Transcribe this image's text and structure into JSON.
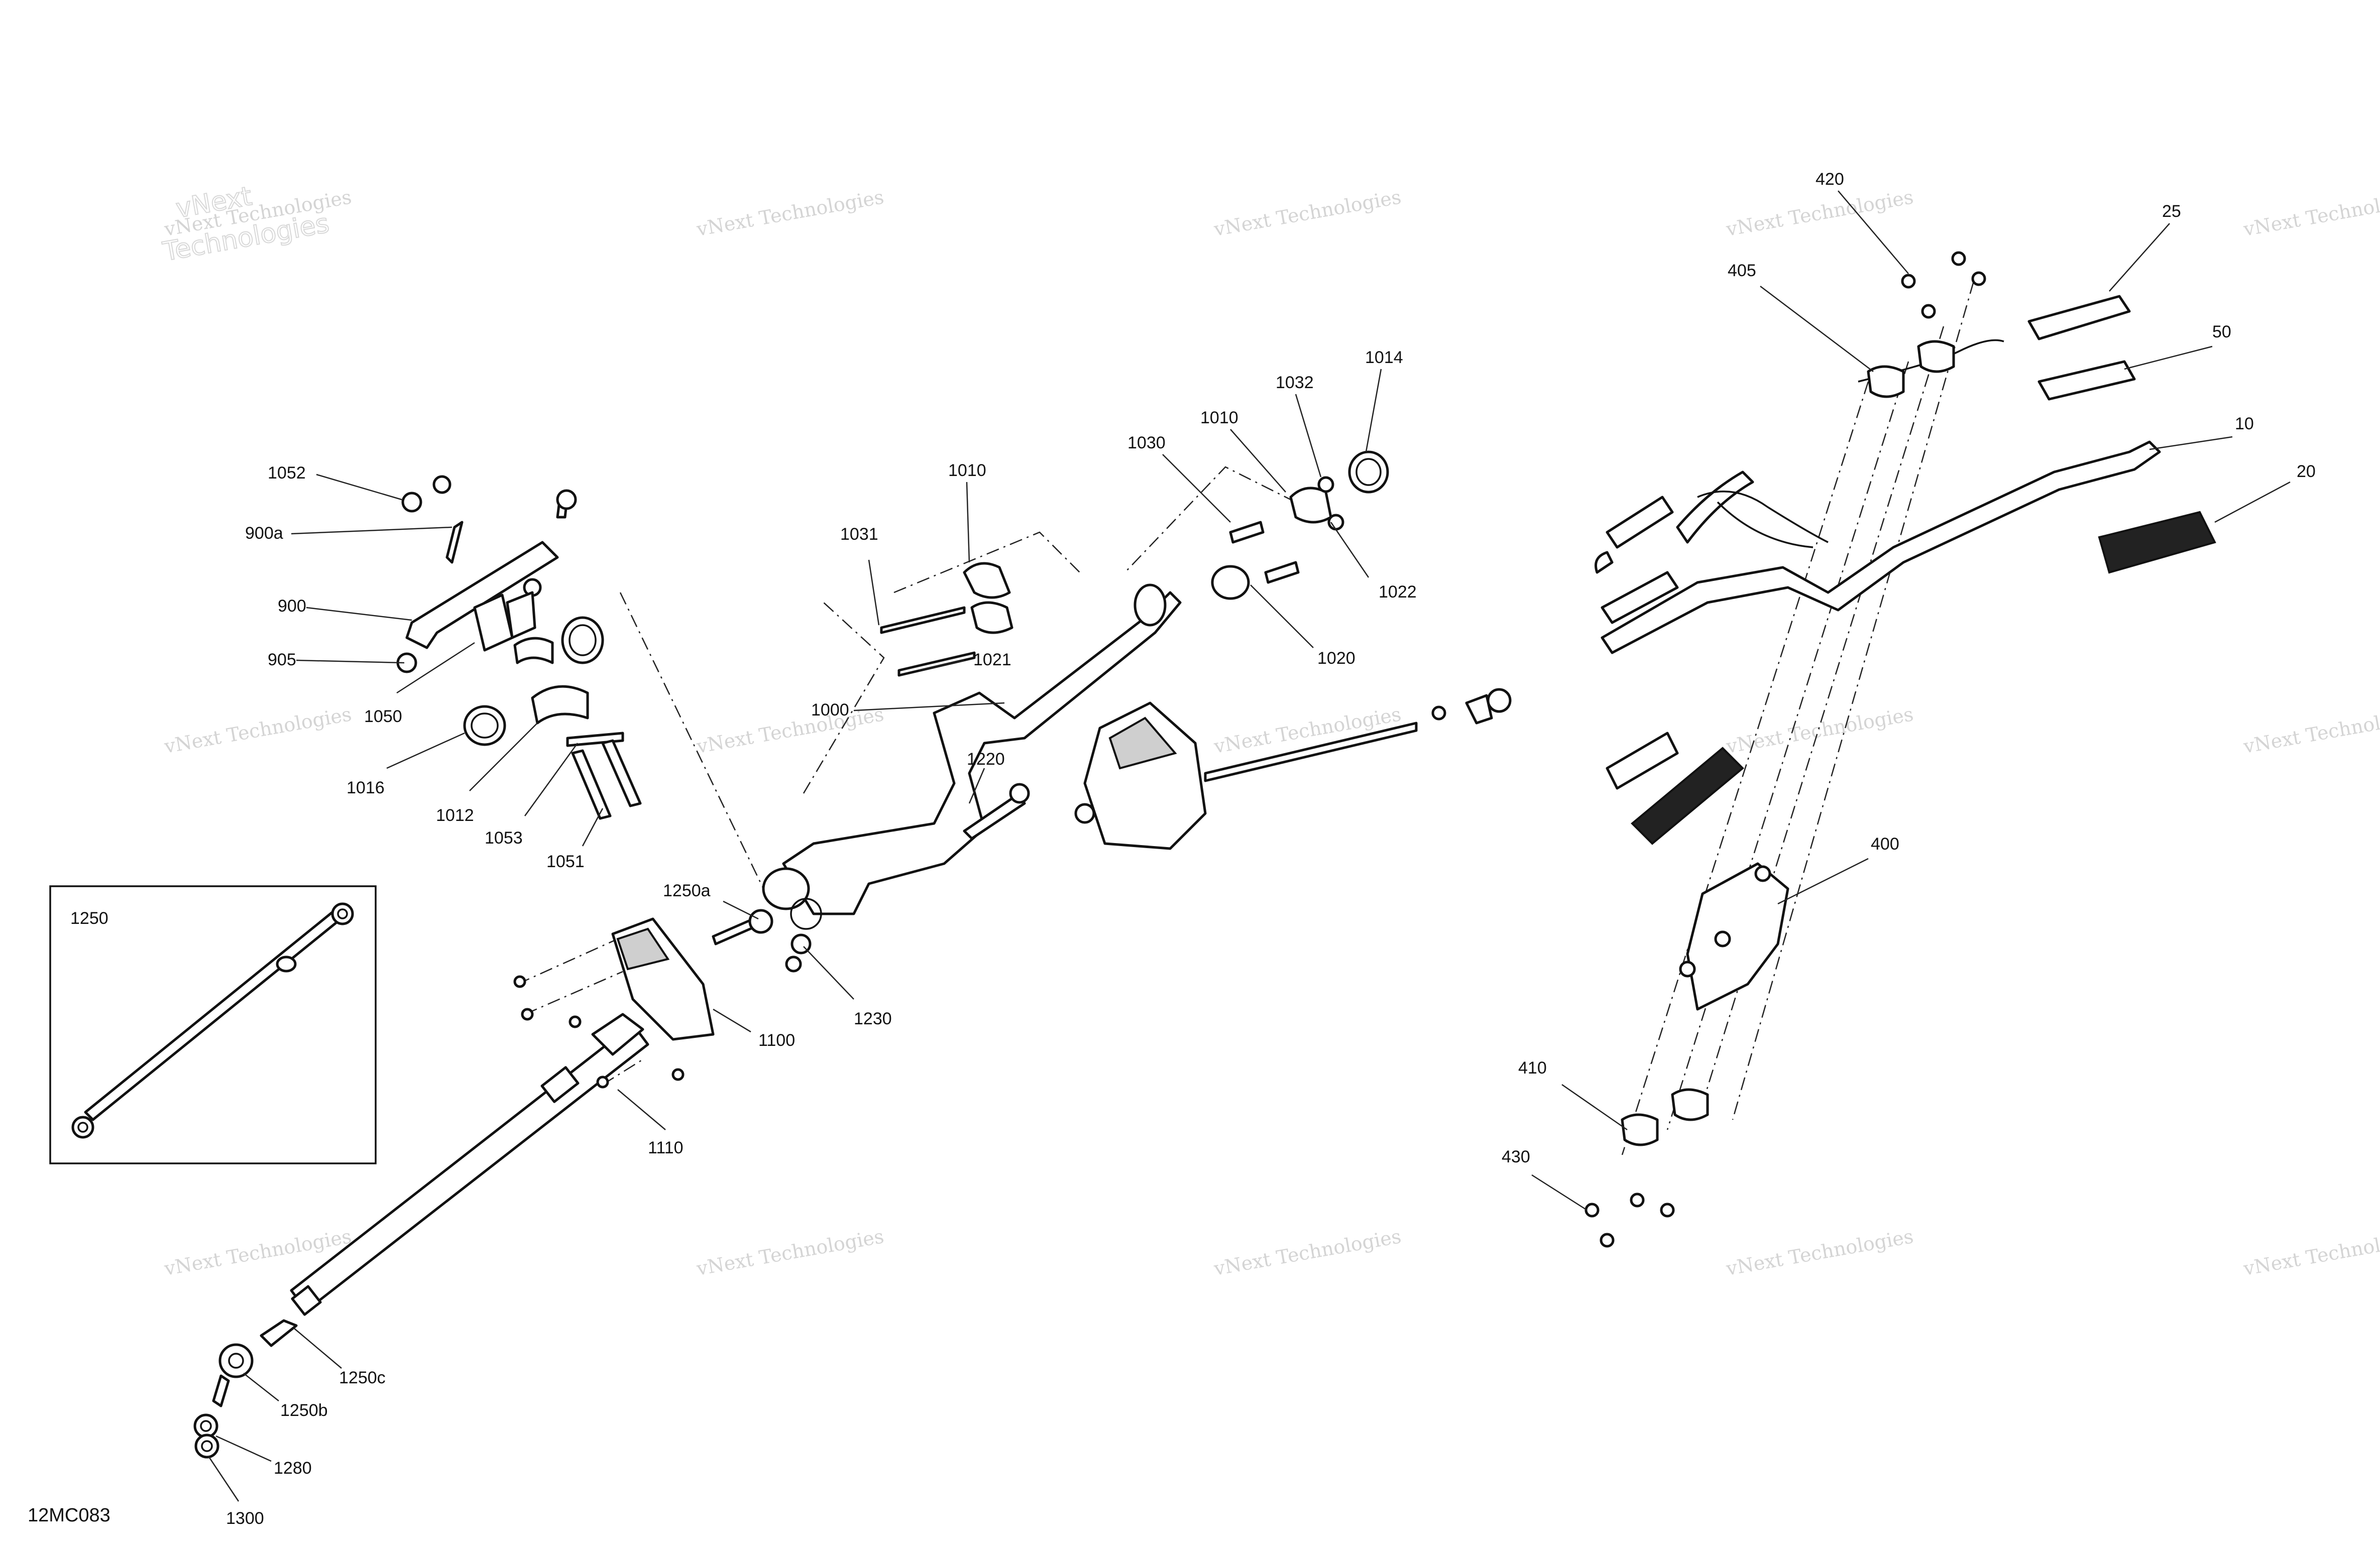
{
  "diagram_code": "12MC083",
  "watermark": {
    "line1": "vNext Technologies",
    "line2": "vNext",
    "line3": "Technologies"
  },
  "inset": {
    "label": "1250"
  },
  "callouts": [
    {
      "id": "c-1052",
      "text": "1052"
    },
    {
      "id": "c-900a",
      "text": "900a"
    },
    {
      "id": "c-900",
      "text": "900"
    },
    {
      "id": "c-905",
      "text": "905"
    },
    {
      "id": "c-1050",
      "text": "1050"
    },
    {
      "id": "c-1016",
      "text": "1016"
    },
    {
      "id": "c-1012",
      "text": "1012"
    },
    {
      "id": "c-1053",
      "text": "1053"
    },
    {
      "id": "c-1051",
      "text": "1051"
    },
    {
      "id": "c-1010a",
      "text": "1010"
    },
    {
      "id": "c-1031",
      "text": "1031"
    },
    {
      "id": "c-1021",
      "text": "1021"
    },
    {
      "id": "c-1000",
      "text": "1000"
    },
    {
      "id": "c-1030",
      "text": "1030"
    },
    {
      "id": "c-1010b",
      "text": "1010"
    },
    {
      "id": "c-1032",
      "text": "1032"
    },
    {
      "id": "c-1014",
      "text": "1014"
    },
    {
      "id": "c-1022",
      "text": "1022"
    },
    {
      "id": "c-1020",
      "text": "1020"
    },
    {
      "id": "c-1220",
      "text": "1220"
    },
    {
      "id": "c-1250a",
      "text": "1250a"
    },
    {
      "id": "c-1230",
      "text": "1230"
    },
    {
      "id": "c-1100",
      "text": "1100"
    },
    {
      "id": "c-1110",
      "text": "1110"
    },
    {
      "id": "c-1250c",
      "text": "1250c"
    },
    {
      "id": "c-1250b",
      "text": "1250b"
    },
    {
      "id": "c-1280",
      "text": "1280"
    },
    {
      "id": "c-1300",
      "text": "1300"
    },
    {
      "id": "c-420",
      "text": "420"
    },
    {
      "id": "c-405",
      "text": "405"
    },
    {
      "id": "c-25",
      "text": "25"
    },
    {
      "id": "c-50",
      "text": "50"
    },
    {
      "id": "c-10",
      "text": "10"
    },
    {
      "id": "c-20",
      "text": "20"
    },
    {
      "id": "c-400",
      "text": "400"
    },
    {
      "id": "c-410",
      "text": "410"
    },
    {
      "id": "c-430",
      "text": "430"
    }
  ]
}
